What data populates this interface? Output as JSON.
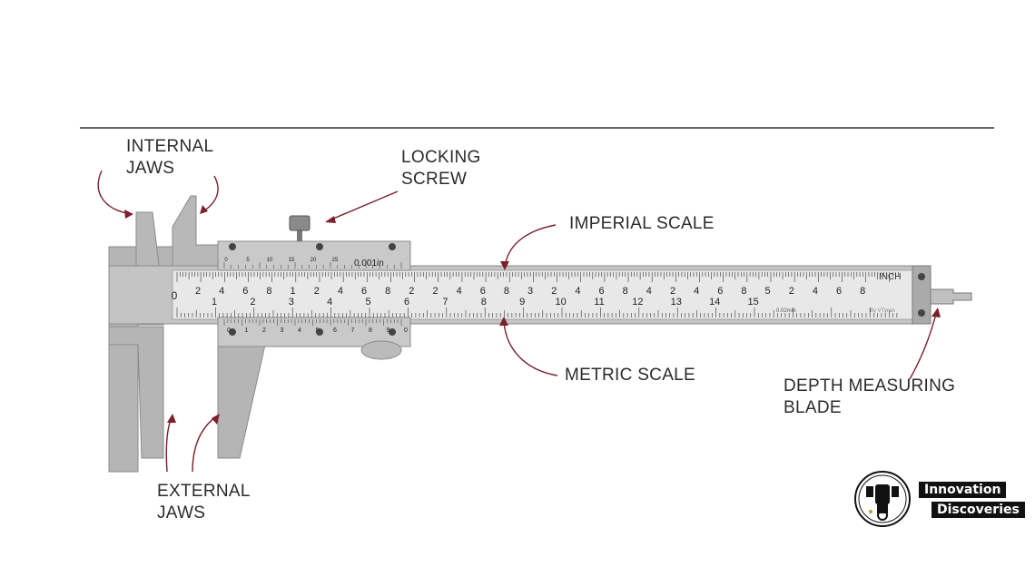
{
  "labels": {
    "internal_jaws": [
      "INTERNAL",
      "JAWS"
    ],
    "locking_screw": [
      "LOCKING",
      "SCREW"
    ],
    "imperial_scale": "IMPERIAL SCALE",
    "metric_scale": "METRIC SCALE",
    "depth_blade": [
      "DEPTH MEASURING",
      "BLADE"
    ],
    "external_jaws": [
      "EXTERNAL",
      "JAWS"
    ]
  },
  "scales": {
    "inch_label": "INCH",
    "imperial_vernier_label": "0.001in",
    "metric_vernier_label": "0.02mm",
    "credit": "By VTyran",
    "imperial_numbers": [
      "2",
      "4",
      "6",
      "8",
      "1",
      "2",
      "4",
      "6",
      "8",
      "2",
      "2",
      "4",
      "6",
      "8",
      "3",
      "2",
      "4",
      "6",
      "8",
      "4",
      "2",
      "4",
      "6",
      "8",
      "5",
      "2",
      "4",
      "6",
      "8"
    ],
    "metric_numbers": [
      "1",
      "2",
      "3",
      "4",
      "5",
      "6",
      "7",
      "8",
      "9",
      "10",
      "11",
      "12",
      "13",
      "14",
      "15"
    ],
    "zero": "0",
    "vernier_top_numbers": [
      "0",
      "5",
      "10",
      "15",
      "20",
      "25"
    ],
    "vernier_bottom_numbers": [
      "0",
      "1",
      "2",
      "3",
      "4",
      "5",
      "6",
      "7",
      "8",
      "9",
      "0"
    ]
  },
  "logo": {
    "line1": "Innovation",
    "line2": "Discoveries"
  },
  "colors": {
    "arrow": "#7a1f2b",
    "body": "#b5b5b5",
    "scale_face": "#e4e4e4"
  }
}
